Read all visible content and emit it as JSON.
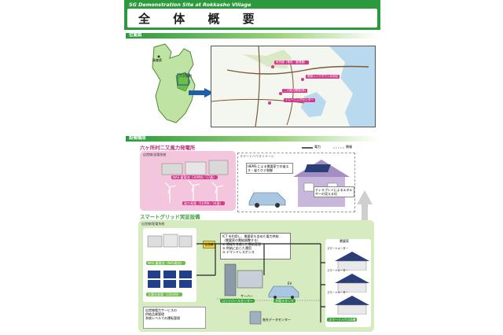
{
  "header": {
    "subtitle": "SG Demonstration Site at Rokkasho Village",
    "title": "全 体 概 要"
  },
  "sections": {
    "location": "位置図",
    "equipment": "設備構成"
  },
  "location_map": {
    "left_label": "青森県",
    "village_label": "六ヶ所村",
    "labels": {
      "office": "研究棟（電気・管理棟）",
      "smart_town": "尾駮レイクタウン北地区",
      "futamata": "二又風力開発(株)",
      "training": "トレーニングセンター"
    }
  },
  "legend": {
    "power": "電力",
    "info": "情報"
  },
  "wind_farm": {
    "heading": "六ヶ所村二又風力発電所",
    "subheading": "自営線/送電系統",
    "nas_label": "NAS 蓄電池（34MW／17基）",
    "wind_label": "風力発電（51MW／34基）"
  },
  "smart_house": {
    "heading": "スマートハウスイメージ",
    "hems": "HEMS による需要家での省エネ・省ＣＯ２制御",
    "display": "ディスプレイによるエネルギーの見える化"
  },
  "smart_grid": {
    "heading": "スマートグリッド実証設備",
    "subheading": "自営線/配電系統",
    "control_room": "自営線",
    "nas": "NAS 蓄電池（NAS電池）",
    "solar": "太陽光発電（100kW）",
    "ict_text": [
      "ICT を利用し、需要家も含めた電力供給",
      "（需要家の需給調整する）",
      "① 情報を考慮した需給管理",
      "② 供給に応じた運用",
      "③ デマンドレスポンス"
    ],
    "service_notes": [
      "自営線電力サービスの",
      "供給品質管理",
      "系統レベルでの運転管理"
    ],
    "server": "サーバー",
    "control_center": "コントロールセンター",
    "ev": "EV",
    "charging": "充電スタンド",
    "datacenter": "各社データセンター",
    "consumer": "需要家",
    "smart_houses": "スマートハウス6棟",
    "house_labels": [
      "スマートメーター",
      "スマートメーター",
      "スマートメーター"
    ]
  }
}
